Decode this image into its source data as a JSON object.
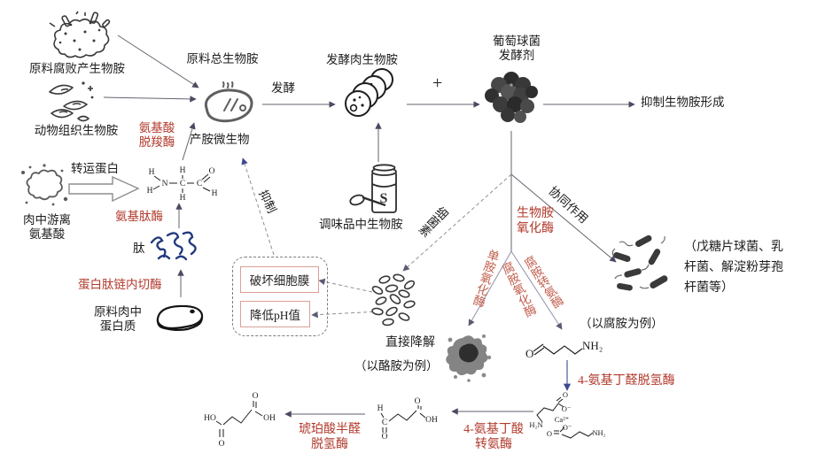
{
  "colors": {
    "enzyme_red": "#b23a2c",
    "enzyme_red_light": "#c2604f",
    "arrow_dark": "#60606e",
    "arrow_branch": "#9090aa",
    "arrow_blue": "#3d4b8f",
    "blue_ink": "#233a7d",
    "inner_box_border": "#d8a096"
  },
  "top": {
    "spoiled_label": "原料腐败产生物胺",
    "tissue_label": "动物组织生物胺",
    "total_label": "原料总生物胺",
    "producer_label": "产胺微生物",
    "ferment_label": "发酵",
    "fermented_label": "发酵肉生物胺",
    "plus": "+",
    "starter_line1": "葡萄球菌",
    "starter_line2": "发酵剂",
    "inhibit_formation": "抑制生物胺形成"
  },
  "left": {
    "transport": "转运蛋白",
    "free_aa_line1": "肉中游离",
    "free_aa_line2": "氨基酸",
    "peptide": "肽",
    "protein_line1": "原料肉中",
    "protein_line2": "蛋白质",
    "seasoning": "调味品中生物胺"
  },
  "enzymes": {
    "decarboxylase_line1": "氨基酸",
    "decarboxylase_line2": "脱羧酶",
    "aminopeptidase": "氨基肽酶",
    "endopeptidase": "蛋白肽链内切酶",
    "ba_oxidase_line1": "生物胺",
    "ba_oxidase_line2": "氧化酶",
    "monoamine_oxidase": "单胺氧化酶",
    "putrescine_oxidase": "腐胺氧化酶",
    "putrescine_transaminase": "腐胺转氨酶",
    "aminobutanal_dehydrogenase": "4-氨基丁醛脱氢酶",
    "aba_transaminase_line1": "4-氨基丁酸",
    "aba_transaminase_line2": "转氨酶",
    "ssa_dehydrogenase_line1": "琥珀酸半醛",
    "ssa_dehydrogenase_line2": "脱氢酶"
  },
  "middle": {
    "inhibit": "抑制",
    "bacteriocin": "细菌素",
    "synergy": "协同作用",
    "destroy_membrane": "破坏细胞膜",
    "lower_ph": "降低pH值",
    "direct_degrade": "直接降解",
    "tyramine_example": "（以酪胺为例）",
    "putrescine_example": "（以腐胺为例）",
    "strains_line1": "（戊糖片球菌、乳",
    "strains_line2": "杆菌、解淀粉芽孢",
    "strains_line3": "杆菌等）"
  },
  "chem": {
    "jar_s": "S",
    "H": "H",
    "N": "N",
    "C": "C",
    "O": "O",
    "HO": "HO",
    "OH": "OH",
    "NH2": "NH₂",
    "H2N": "H₂N",
    "O_minus": "O⁻",
    "Ca": "Ca²⁺"
  }
}
